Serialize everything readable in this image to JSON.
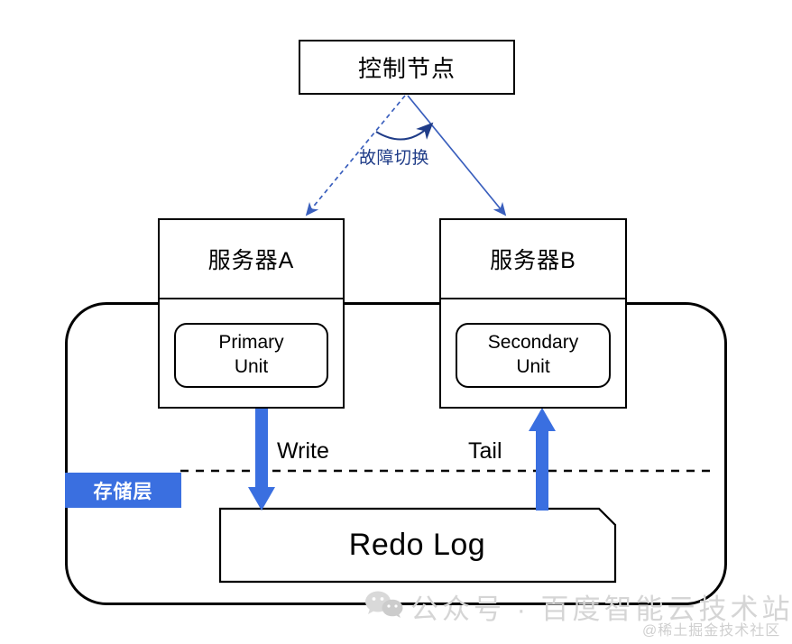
{
  "diagram": {
    "title": "Primary-Secondary database architecture with shared Redo Log storage layer",
    "control_node": {
      "label": "控制节点"
    },
    "failover": {
      "label": "故障切换",
      "arrow_to_a_style": "dashed",
      "arrow_to_b_style": "solid",
      "color": "#3a5fbd"
    },
    "servers": [
      {
        "name": "服务器A",
        "unit_label_line1": "Primary",
        "unit_label_line2": "Unit"
      },
      {
        "name": "服务器B",
        "unit_label_line1": "Secondary",
        "unit_label_line2": "Unit"
      }
    ],
    "storage_layer": {
      "badge_label": "存储层",
      "badge_color": "#3a6fe0",
      "divider_style": "dashed"
    },
    "flows": [
      {
        "label": "Write",
        "direction": "down",
        "color": "#3a6fe0"
      },
      {
        "label": "Tail",
        "direction": "up",
        "color": "#3a6fe0"
      }
    ],
    "redo_log": {
      "label": "Redo Log"
    }
  },
  "watermark": {
    "main": "公众号 · 百度智能云技术站",
    "sub": "@稀土掘金技术社区",
    "icon": "wechat-icon"
  }
}
